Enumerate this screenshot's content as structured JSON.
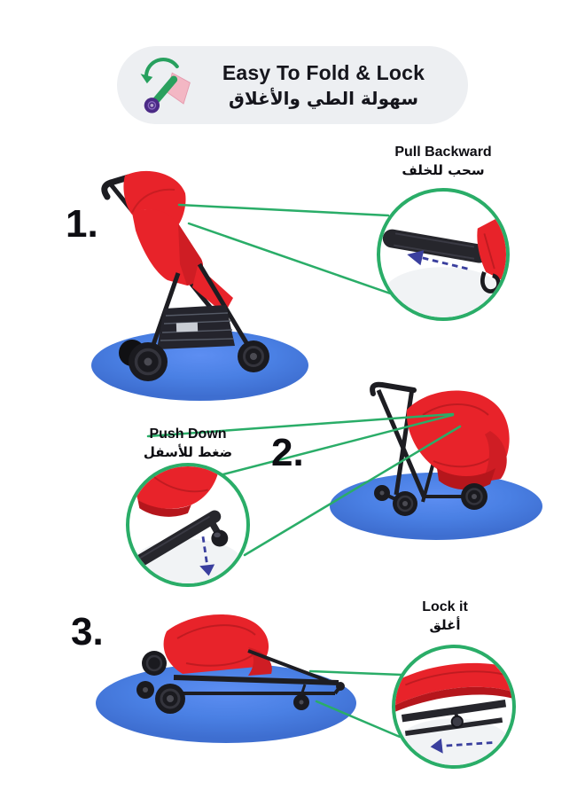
{
  "header": {
    "title": "Easy To Fold & Lock",
    "title_ar": "سهولة الطي والأغلاق"
  },
  "steps": [
    {
      "number": "1.",
      "label": "Pull Backward",
      "label_ar": "سحب للخلف"
    },
    {
      "number": "2.",
      "label": "Push Down",
      "label_ar": "ضغط للأسفل"
    },
    {
      "number": "3.",
      "label": "Lock it",
      "label_ar": "أغلق"
    }
  ],
  "icons": {
    "badge_icon": "fold-rotate-arrow-icon",
    "callout_arrow": "dashed-direction-arrow"
  },
  "colors": {
    "accent_green": "#2aad68",
    "stroller_red": "#e8232a",
    "stroller_red_dark": "#c01b21",
    "floor_disc_blue": "#4a80e4",
    "arrow_navy": "#3a3f9e",
    "badge_background": "#edeff2",
    "text_dark": "#15151c"
  }
}
